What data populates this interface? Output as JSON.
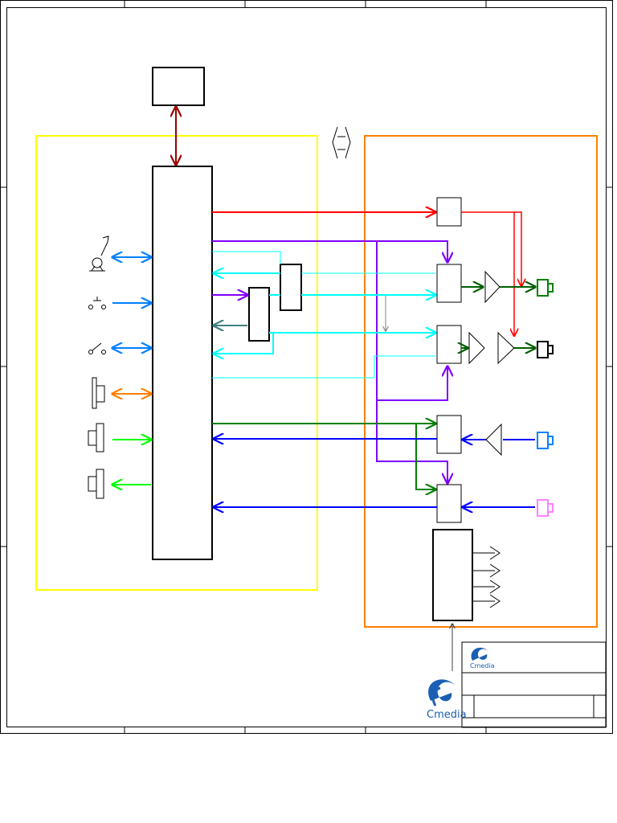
{
  "sheet": {
    "title_block": {
      "logo_small": {
        "text": "Cmedia"
      },
      "logo_large": {
        "text": "Cmedia"
      }
    },
    "sheet_size": "768x1024"
  },
  "colors": {
    "border": "#000000",
    "left_box": "#ffff00",
    "right_box": "#ff8000",
    "red": "#ff0000",
    "dark_red": "#990000",
    "purple": "#8000ff",
    "cyan": "#00ffff",
    "teal": "#408080",
    "green_dark": "#008000",
    "green_bright": "#00ff00",
    "blue": "#0000ff",
    "light_blue": "#0080ff",
    "orange": "#ff8000",
    "pink": "#ff00ff",
    "logo_blue": "#1a5fb4"
  },
  "icons": {
    "mic_jack": "microphone-icon",
    "switch_1": "switch-icon",
    "switch_2": "switch-icon",
    "connector_orange": "connector-icon",
    "connector_green": "connector-icon",
    "connector_green_out": "connector-icon",
    "jack_green": "audio-jack-icon",
    "jack_black": "audio-jack-icon",
    "jack_blue": "audio-jack-icon",
    "jack_pink": "audio-jack-icon"
  }
}
